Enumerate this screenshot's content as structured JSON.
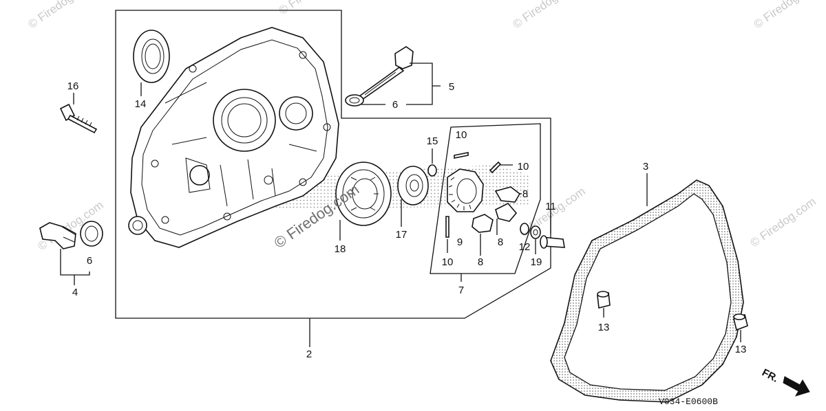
{
  "watermark": "© Firedog.com",
  "diagram_code": "V034-E0600B",
  "direction": {
    "label": "FR."
  },
  "callouts": {
    "c2": "2",
    "c3": "3",
    "c4": "4",
    "c5": "5",
    "c6a": "6",
    "c6b": "6",
    "c7": "7",
    "c8a": "8",
    "c8b": "8",
    "c8c": "8",
    "c9": "9",
    "c10a": "10",
    "c10b": "10",
    "c10c": "10",
    "c11": "11",
    "c12": "12",
    "c13a": "13",
    "c13b": "13",
    "c14": "14",
    "c15": "15",
    "c16": "16",
    "c17": "17",
    "c18": "18",
    "c19": "19"
  }
}
